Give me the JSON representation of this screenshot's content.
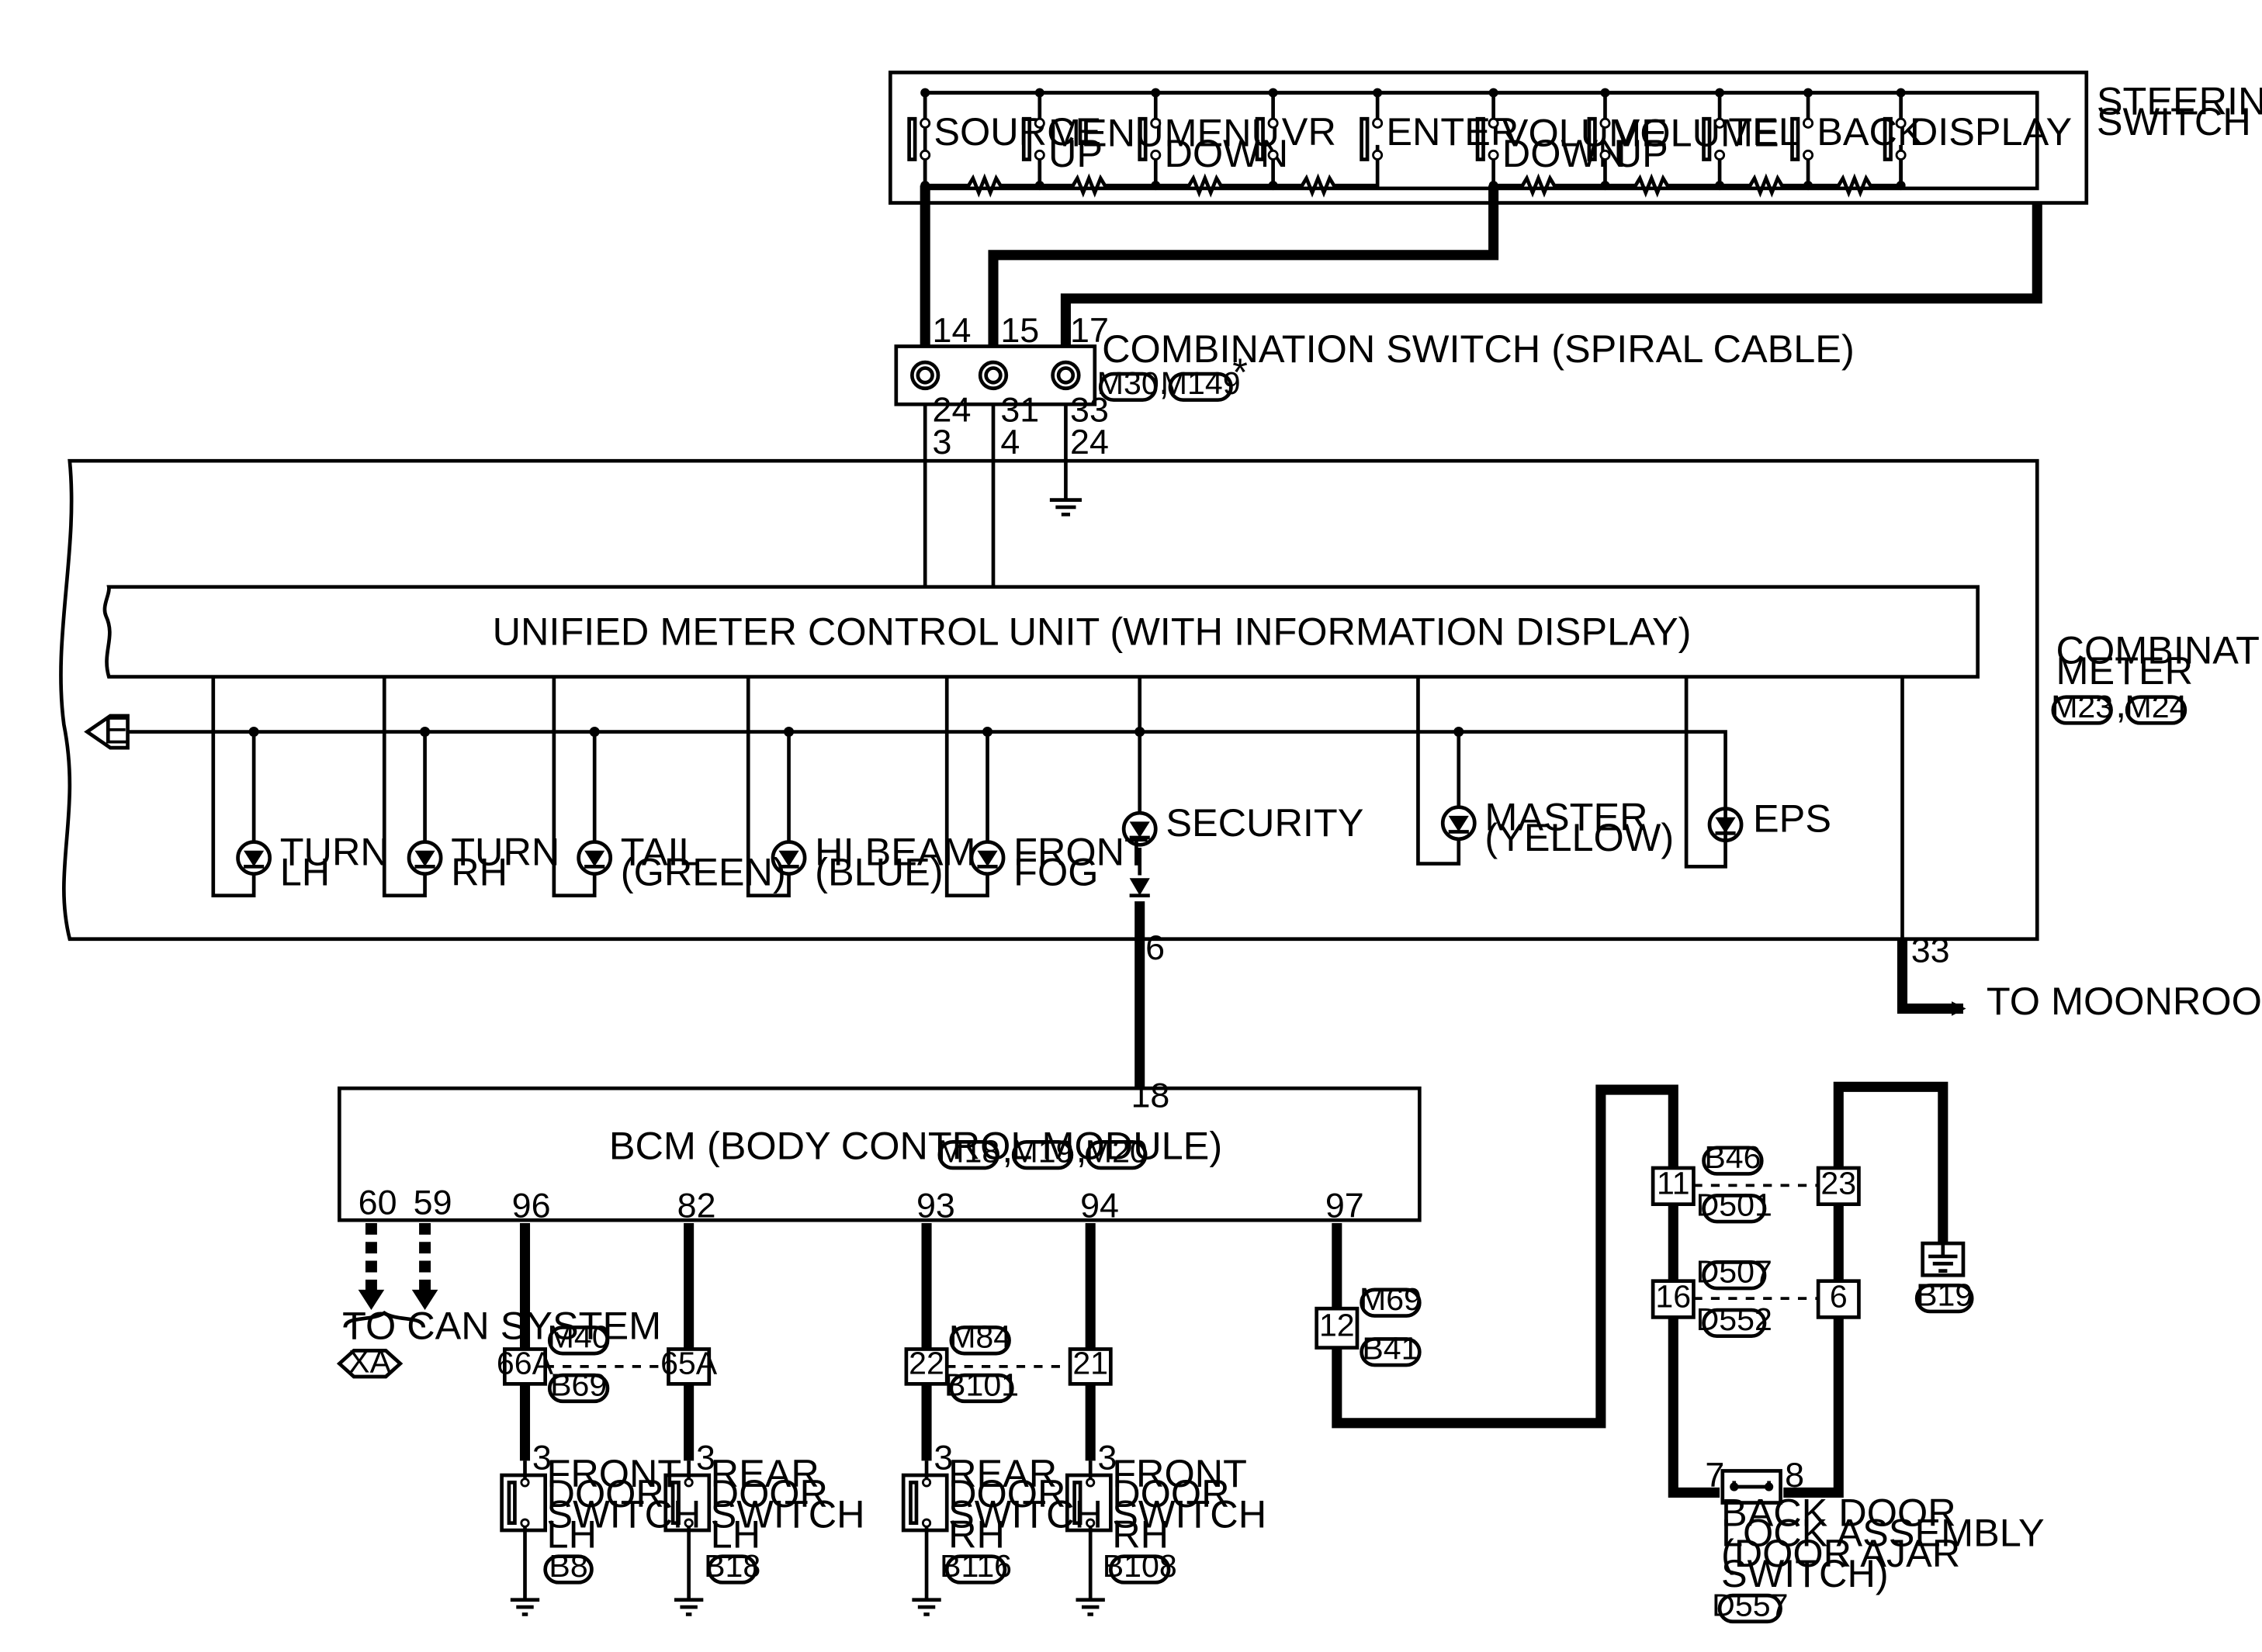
{
  "steering_switch": {
    "title": [
      "STEERING",
      "SWITCH"
    ],
    "buttons": [
      {
        "id": "source",
        "lines": [
          "SOURCE"
        ]
      },
      {
        "id": "menu-up",
        "lines": [
          "MENU",
          "UP"
        ]
      },
      {
        "id": "menu-down",
        "lines": [
          "MENU",
          "DOWN"
        ]
      },
      {
        "id": "vr",
        "lines": [
          "VR"
        ]
      },
      {
        "id": "enter",
        "lines": [
          "ENTER"
        ]
      },
      {
        "id": "volume-down",
        "lines": [
          "VOLUME",
          "DOWN"
        ]
      },
      {
        "id": "volume-up",
        "lines": [
          "VOLUME",
          "UP"
        ]
      },
      {
        "id": "tel",
        "lines": [
          "TEL"
        ]
      },
      {
        "id": "back",
        "lines": [
          "BACK"
        ]
      },
      {
        "id": "display",
        "lines": [
          "DISPLAY"
        ]
      }
    ]
  },
  "spiral_cable": {
    "label": "COMBINATION SWITCH (SPIRAL CABLE)",
    "connectors": [
      "M30",
      "M149"
    ],
    "asterisk": "*",
    "top_pins": [
      "14",
      "15",
      "17"
    ],
    "bottom_pins": [
      "24",
      "31",
      "33"
    ]
  },
  "combination_meter": {
    "title": [
      "COMBINATION",
      "METER"
    ],
    "connectors": [
      "M23",
      "M24"
    ],
    "input_pins": [
      "3",
      "4",
      "24"
    ],
    "unified_unit_label": "UNIFIED METER CONTROL UNIT (WITH INFORMATION DISPLAY)",
    "ground_symbol": "E",
    "indicators": [
      {
        "id": "turn-lh",
        "lines": [
          "TURN",
          "LH"
        ]
      },
      {
        "id": "turn-rh",
        "lines": [
          "TURN",
          "RH"
        ]
      },
      {
        "id": "tail",
        "lines": [
          "TAIL",
          "(GREEN)"
        ]
      },
      {
        "id": "hi-beam",
        "lines": [
          "HI BEAM",
          "(BLUE)"
        ]
      },
      {
        "id": "front-fog",
        "lines": [
          "FRONT",
          "FOG"
        ]
      },
      {
        "id": "security",
        "lines": [
          "SECURITY"
        ]
      },
      {
        "id": "master",
        "lines": [
          "MASTER",
          "(YELLOW)"
        ]
      },
      {
        "id": "eps",
        "lines": [
          "EPS"
        ]
      }
    ],
    "pin_security": "6",
    "pin_moonroof": "33",
    "moonroof_label": "TO MOONROOF SYSTEM"
  },
  "bcm": {
    "label": "BCM (BODY CONTROL MODULE)",
    "connectors": [
      "M18",
      "M19",
      "M20"
    ],
    "pin_top": "18",
    "bottom_pins": [
      "60",
      "59",
      "96",
      "82",
      "93",
      "94",
      "97"
    ],
    "can_label": "TO CAN SYSTEM",
    "can_tag": "XA"
  },
  "harness": [
    {
      "id": "m40-b69",
      "connectors": [
        "M40",
        "B69"
      ],
      "pins": [
        "66A",
        "65A"
      ]
    },
    {
      "id": "m84-b101",
      "connectors": [
        "M84",
        "B101"
      ],
      "pins": [
        "22",
        "21"
      ]
    },
    {
      "id": "m69-b41",
      "connectors": [
        "M69",
        "B41"
      ],
      "pins": [
        "12"
      ]
    },
    {
      "id": "b46-d501",
      "connectors": [
        "B46",
        "D501"
      ],
      "pins": [
        "11",
        "23"
      ]
    },
    {
      "id": "d507-d552",
      "connectors": [
        "D507",
        "D552"
      ],
      "pins": [
        "16",
        "6"
      ]
    }
  ],
  "door_switches": [
    {
      "id": "front-door-lh",
      "pin": "3",
      "lines": [
        "FRONT",
        "DOOR",
        "SWITCH",
        "LH"
      ],
      "connector": "B8"
    },
    {
      "id": "rear-door-lh",
      "pin": "3",
      "lines": [
        "REAR",
        "DOOR",
        "SWITCH",
        "LH"
      ],
      "connector": "B18"
    },
    {
      "id": "rear-door-rh",
      "pin": "3",
      "lines": [
        "REAR",
        "DOOR",
        "SWITCH",
        "RH"
      ],
      "connector": "B116"
    },
    {
      "id": "front-door-rh",
      "pin": "3",
      "lines": [
        "FRONT",
        "DOOR",
        "SWITCH",
        "RH"
      ],
      "connector": "B108"
    }
  ],
  "back_door": {
    "pins": [
      "7",
      "8"
    ],
    "lines": [
      "BACK DOOR",
      "LOCK ASSEMBLY",
      "(DOOR AJAR",
      "SWITCH)"
    ],
    "connector": "D557"
  },
  "ground_b19": "B19"
}
